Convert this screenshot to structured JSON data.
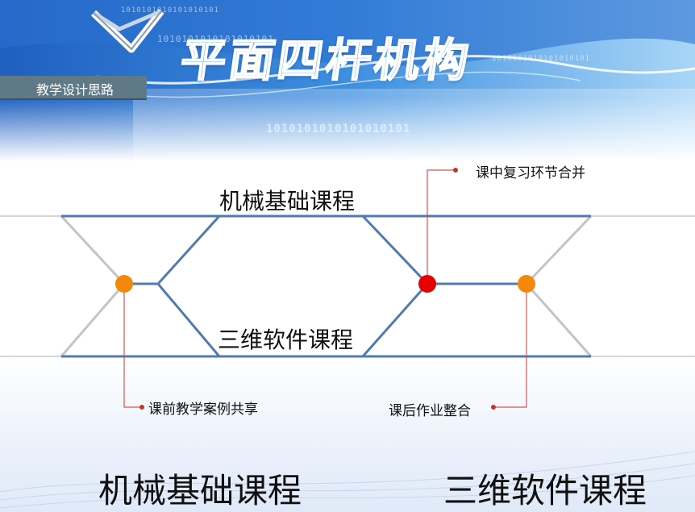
{
  "header": {
    "title": "平面四杆机构",
    "binary_text": "1010101010101010101",
    "section_tag": "教学设计思路"
  },
  "diagram": {
    "top_track_label": "机械基础课程",
    "bottom_track_label": "三维软件课程",
    "nodes": [
      {
        "id": "left-node",
        "color": "#f5880c",
        "caption": "课前教学案例共享"
      },
      {
        "id": "middle-node",
        "color": "#e60000",
        "caption": "课中复习环节合并"
      },
      {
        "id": "right-node",
        "color": "#f5880c",
        "caption": "课后作业整合"
      }
    ],
    "colors": {
      "track": "#4f7bb0",
      "leader": "#d9534f",
      "grey": "#c4c4c4"
    }
  },
  "footer": {
    "left_course": "机械基础课程",
    "right_course": "三维软件课程"
  }
}
